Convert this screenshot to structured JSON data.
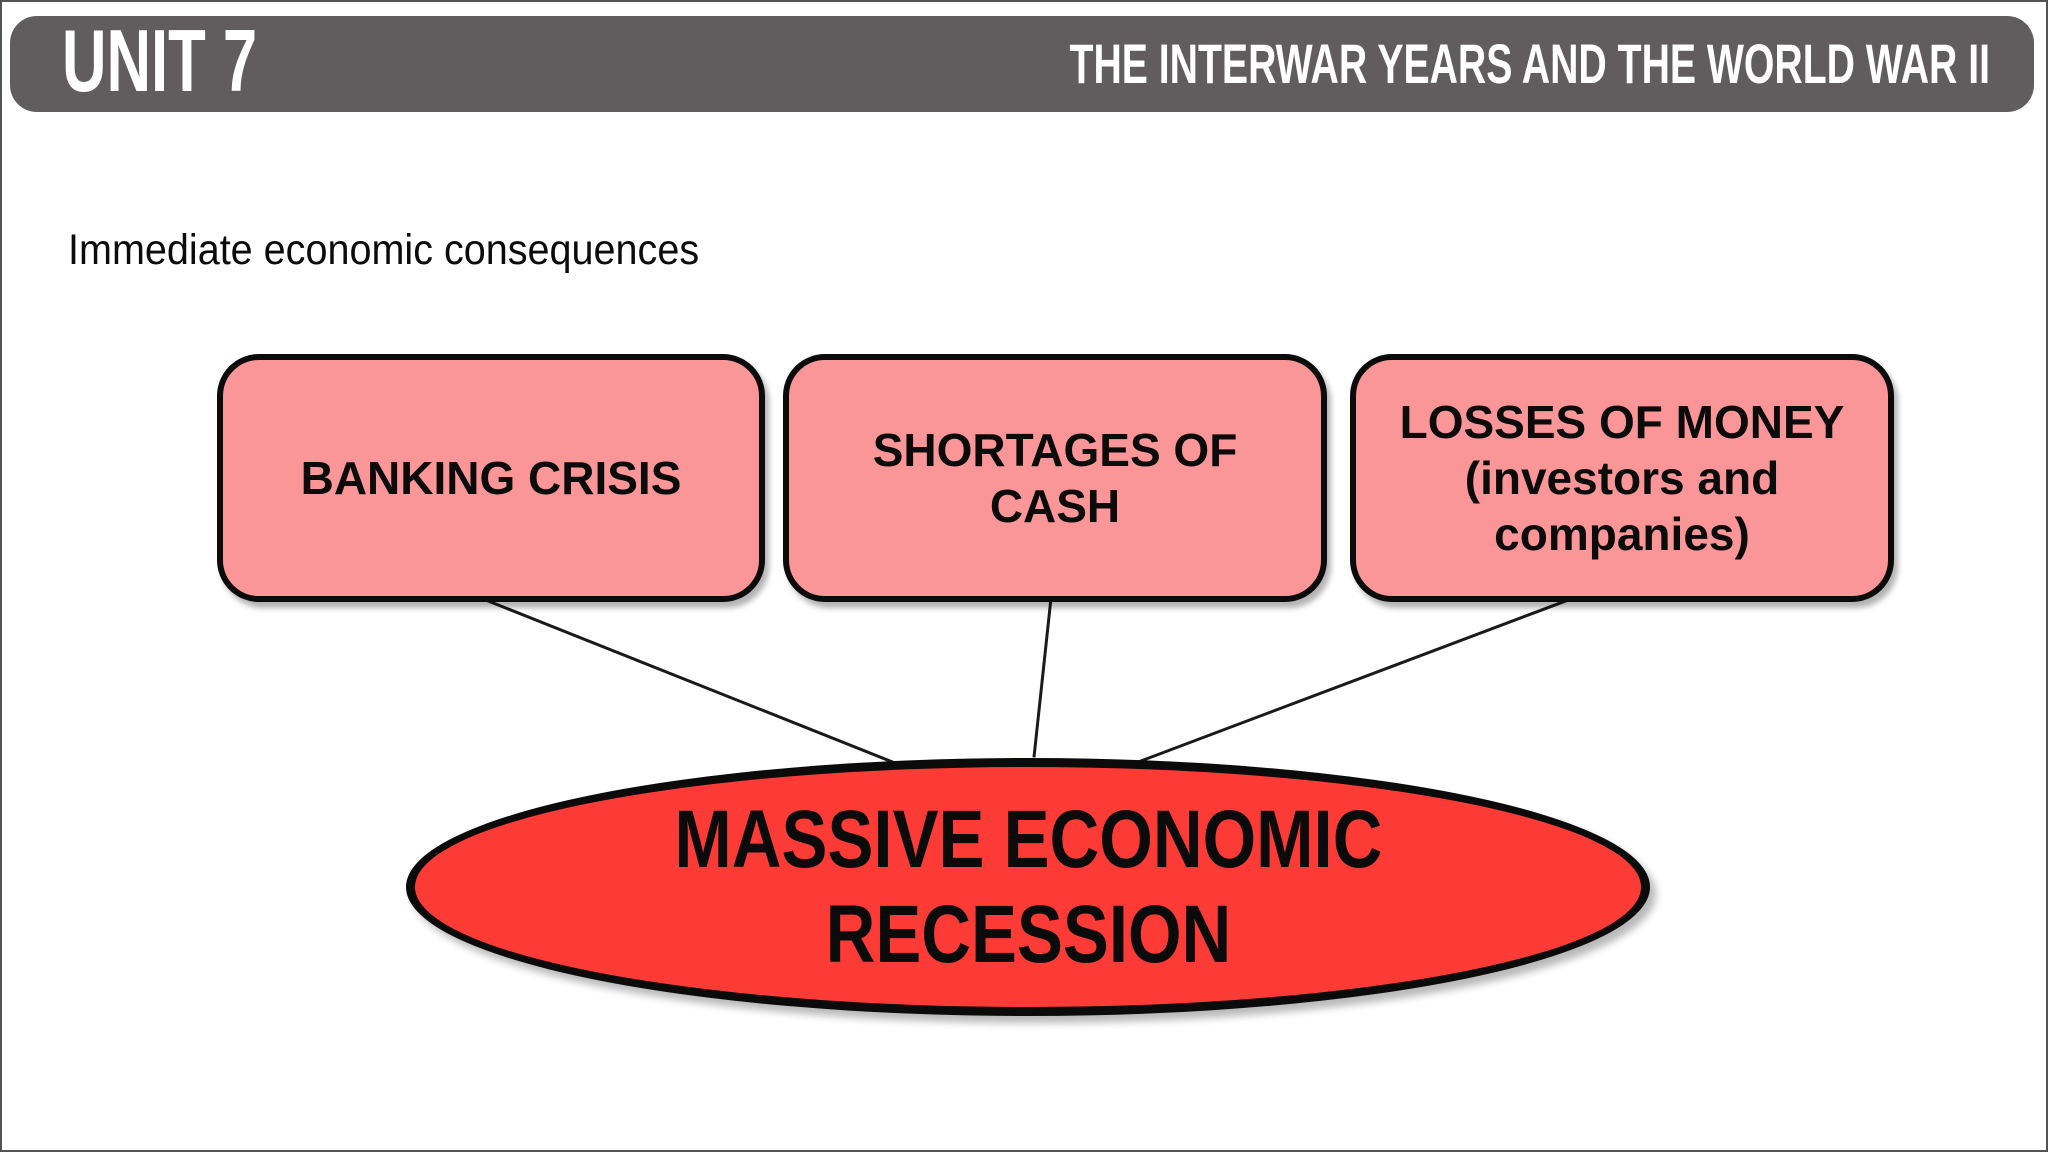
{
  "slide": {
    "header": {
      "unit_label": "UNIT 7",
      "title": "THE INTERWAR YEARS AND THE WORLD WAR II"
    },
    "subtitle": "Immediate economic consequences",
    "diagram": {
      "causes": [
        {
          "label": "BANKING CRISIS"
        },
        {
          "label": "SHORTAGES OF\nCASH"
        },
        {
          "label": "LOSSES OF MONEY\n(investors and\ncompanies)"
        }
      ],
      "result": {
        "label": "MASSIVE ECONOMIC\nRECESSION"
      }
    },
    "colors": {
      "header_bar": "#615D5E",
      "header_text": "#FFFFFF",
      "cause_fill": "#FA9698",
      "result_fill": "#FC3B37",
      "outline": "#0B0B0B",
      "connector": "#1A1A1A",
      "background": "#FFFFFF",
      "text": "#0B0B0B"
    }
  }
}
